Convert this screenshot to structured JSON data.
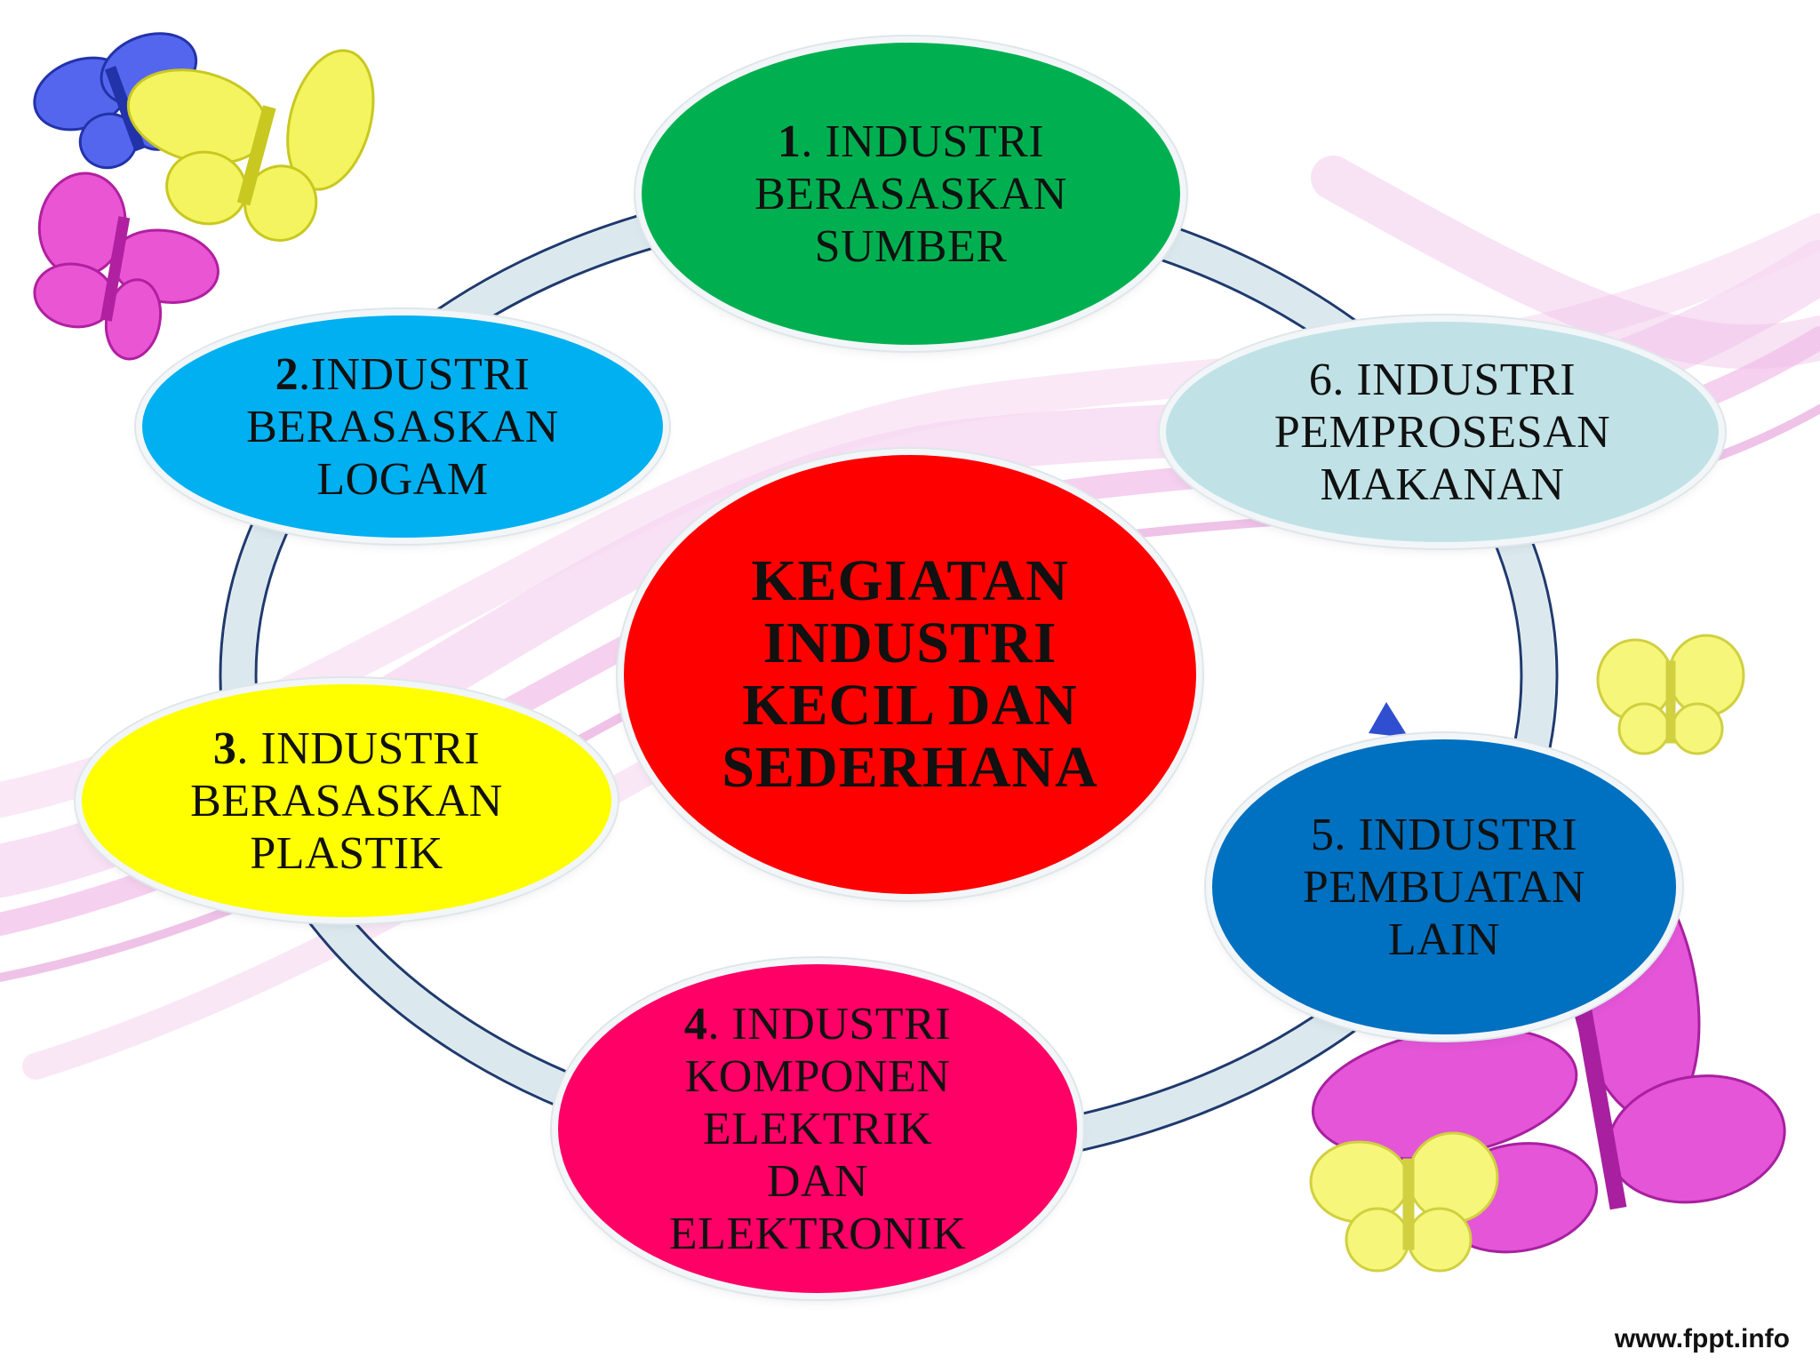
{
  "diagram": {
    "center": {
      "lines": [
        "KEGIATAN",
        "INDUSTRI",
        "KECIL DAN",
        "SEDERHANA"
      ],
      "color": "#ff0000"
    },
    "nodes": [
      {
        "num": "1",
        "sep": ". ",
        "lines": [
          "INDUSTRI",
          "BERASASKAN",
          "SUMBER"
        ],
        "color": "#00b050"
      },
      {
        "num": "2",
        "sep": ".",
        "lines": [
          "INDUSTRI",
          "BERASASKAN",
          "LOGAM"
        ],
        "color": "#00b0f0"
      },
      {
        "num": "3",
        "sep": ". ",
        "lines": [
          "INDUSTRI",
          "BERASASKAN",
          "PLASTIK"
        ],
        "color": "#ffff00"
      },
      {
        "num": "4",
        "sep": ". ",
        "lines": [
          "INDUSTRI",
          "KOMPONEN",
          "ELEKTRIK",
          "DAN",
          "ELEKTRONIK"
        ],
        "color": "#ff0066"
      },
      {
        "num": "5",
        "sep": ". ",
        "lines": [
          "INDUSTRI",
          "PEMBUATAN",
          "LAIN"
        ],
        "color": "#0070c0"
      },
      {
        "num": "6",
        "sep": ". ",
        "lines": [
          "INDUSTRI",
          "PEMPROSESAN",
          "MAKANAN"
        ],
        "color": "#c0e2e6"
      }
    ],
    "ring_color": "#dbe9ef",
    "ring_border": "#1f3a6e"
  },
  "decorations": {
    "butterfly_colors": [
      "#4455ee",
      "#f3f35a",
      "#e040c8",
      "#cc33cc"
    ],
    "ribbon_color": "#e9a6e0"
  },
  "watermark": "www.fppt.info"
}
